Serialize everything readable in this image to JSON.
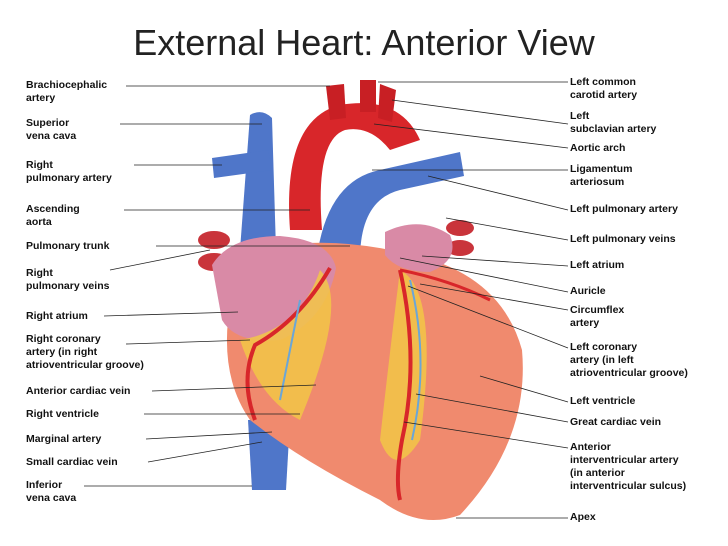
{
  "title": "External Heart: Anterior View",
  "labels_left": [
    "Brachiocephalic\nartery",
    "Superior\nvena cava",
    "Right\npulmonary artery",
    "Ascending\naorta",
    "Pulmonary trunk",
    "Right\npulmonary veins",
    "Right atrium",
    "Right coronary\nartery (in right\natrioventricular groove)",
    "Anterior cardiac vein",
    "Right ventricle",
    "Marginal artery",
    "Small cardiac vein",
    "Inferior\nvena cava"
  ],
  "labels_right": [
    "Left common\ncarotid artery",
    "Left\nsubclavian artery",
    "Aortic arch",
    "Ligamentum\narteriosum",
    "Left pulmonary artery",
    "Left pulmonary veins",
    "Left atrium",
    "Auricle",
    "Circumflex\nartery",
    "Left coronary\nartery (in left\natrioventricular groove)",
    "Left ventricle",
    "Great cardiac vein",
    "Anterior\ninterventricular artery\n(in anterior\ninterventricular sulcus)",
    "Apex"
  ],
  "colors": {
    "artery": "#d8262a",
    "vein": "#4f76c9",
    "myocardium": "#f08a6e",
    "fat": "#f2c646",
    "atrium": "#d98aa6"
  }
}
